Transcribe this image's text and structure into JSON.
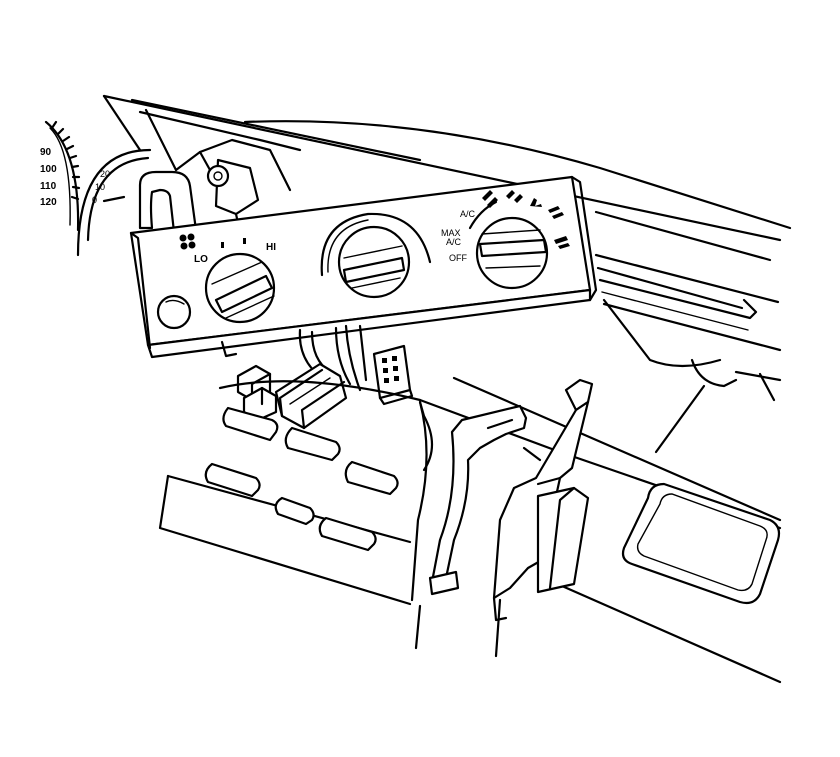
{
  "speedometer": {
    "mph_labels": [
      "90",
      "100",
      "110",
      "120"
    ],
    "kmh_labels": [
      "20",
      "10",
      "0"
    ]
  },
  "control_panel": {
    "fan_labels": {
      "lo": "LO",
      "hi": "HI"
    },
    "mode_labels": {
      "ac": "A/C",
      "max": "MAX",
      "max_ac": "A/C",
      "off": "OFF"
    },
    "icons": [
      "fan-icon",
      "vent-icon",
      "bi-level-icon",
      "floor-icon",
      "floor-defrost-icon",
      "defrost-icon"
    ]
  },
  "colors": {
    "line": "#000000",
    "background": "#ffffff"
  }
}
